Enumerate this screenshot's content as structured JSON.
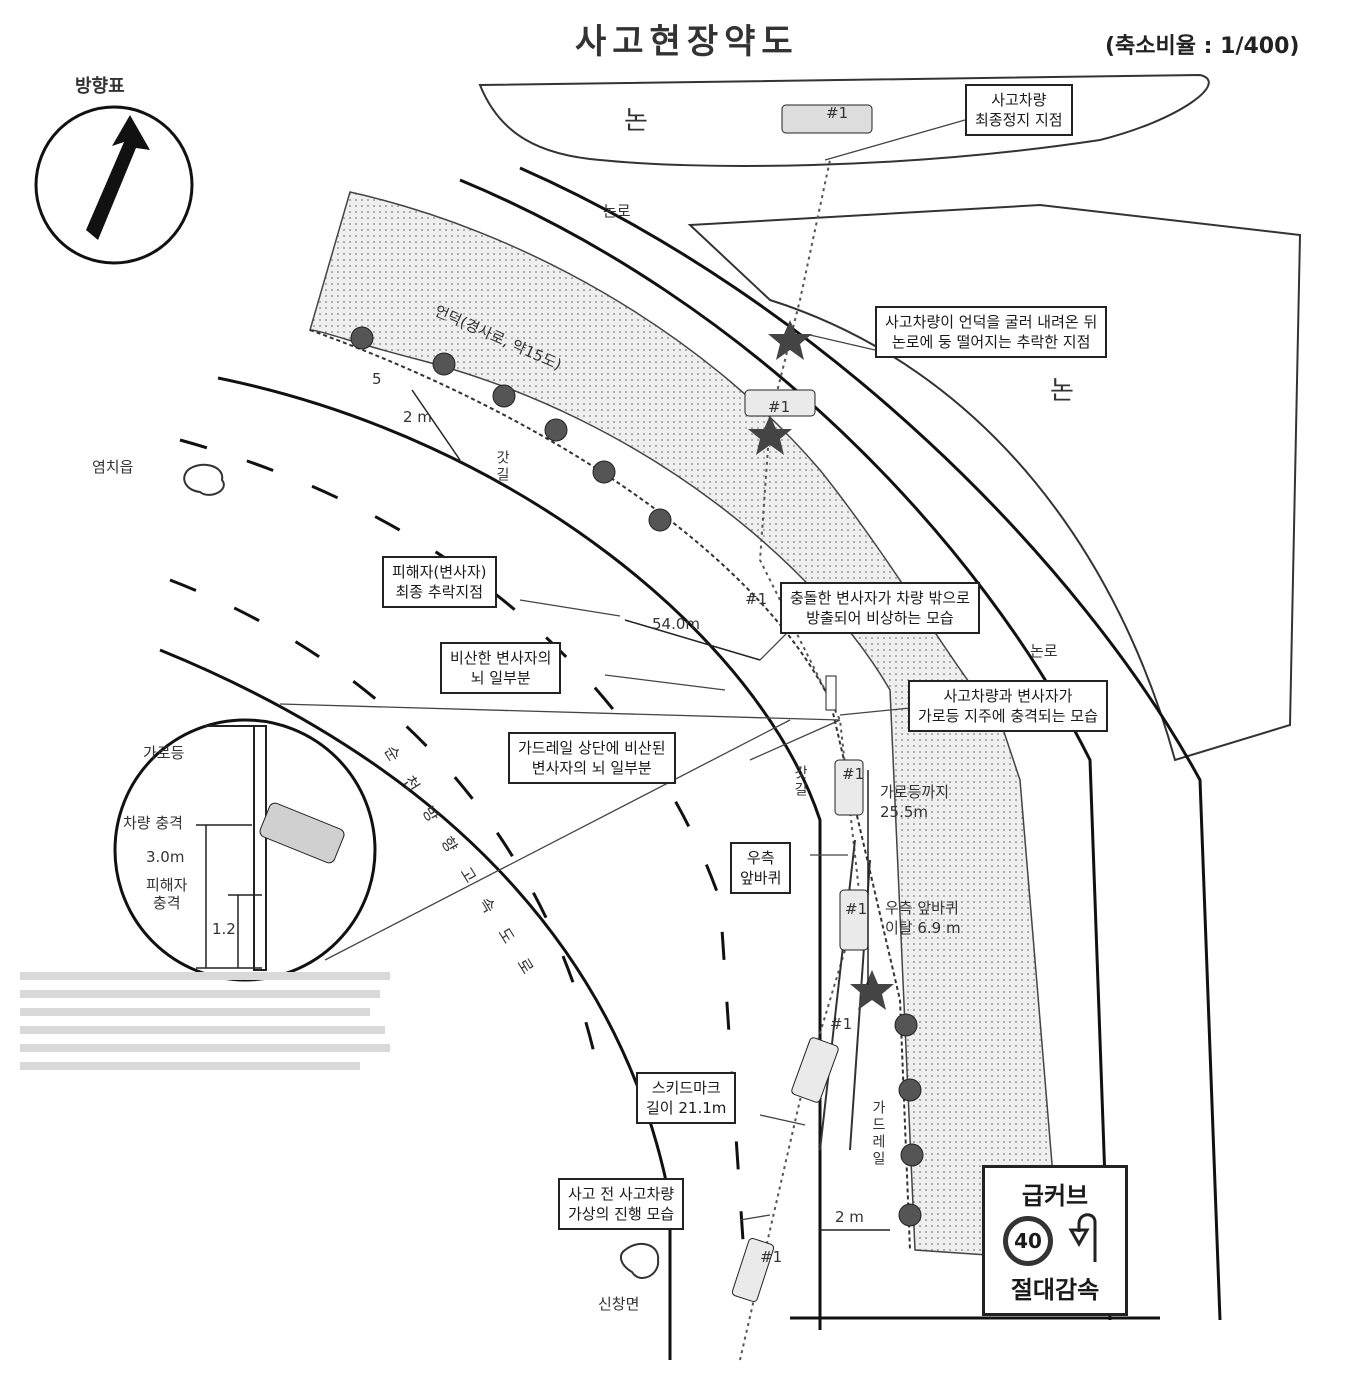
{
  "header": {
    "title": "사고현장약도",
    "scale": "(축소비율 : 1/400)"
  },
  "compass": {
    "label": "방향표",
    "icon": "north-arrow-icon"
  },
  "places": {
    "paddy_top": "논",
    "paddy_right": "논",
    "paddy_road_1": "논로",
    "paddy_road_2": "논로",
    "village_left": "염치읍",
    "village_bottom": "신창면"
  },
  "road_labels": {
    "embankment": "언덕(경사로, 약15도)",
    "slope_mark": "5",
    "width_top": "2 m",
    "width_bottom": "2 m",
    "shoulder_1": "갓길",
    "shoulder_2": "갓길",
    "guardrail": "가드레일",
    "expressway": "순 천 방 향 고 속 도 로",
    "vehicle_tag": "#1",
    "distance_1": "54.0m"
  },
  "callouts": {
    "final_stop": [
      "사고차량",
      "최종정지 지점"
    ],
    "fell_to_paddy": [
      "사고차량이 언덕을 굴러 내려온 뒤",
      "논로에 둥 떨어지는 추락한 지점"
    ],
    "victim_final": [
      "피해자(변사자)",
      "최종 추락지점"
    ],
    "victim_thrown": [
      "충돌한 변사자가 차량 밖으로",
      "방출되어 비상하는 모습"
    ],
    "scattered_matter": [
      "비산한 변사자의",
      "뇌 일부분"
    ],
    "streetlight_impact": [
      "사고차량과 변사자가",
      "가로등 지주에 충격되는 모습"
    ],
    "guardrail_matter": [
      "가드레일 상단에 비산된",
      "변사자의 뇌 일부분"
    ],
    "wheel_mark": [
      "우측",
      "앞바퀴"
    ],
    "wheel_gap": [
      "우측 앞바퀴",
      "이탈 6.9 m"
    ],
    "streetlight_dist": [
      "가로등까지",
      "25.5m"
    ],
    "skid_length": [
      "스키드마크",
      "길이 21.1m"
    ],
    "before_accident": [
      "사고 전 사고차량",
      "가상의 진행 모습"
    ]
  },
  "detail_inset": {
    "pole": "가로등",
    "vehicle_impact": "차량 충격",
    "height_vehicle": "3.0m",
    "victim_impact": [
      "피해자",
      "충격"
    ],
    "height_victim": "1.2"
  },
  "warning_sign": {
    "top": "급커브",
    "speed_limit": "40",
    "bottom": "절대감속"
  },
  "colors": {
    "ink": "#1a1a1a",
    "embankment": "#dcdcdc"
  }
}
